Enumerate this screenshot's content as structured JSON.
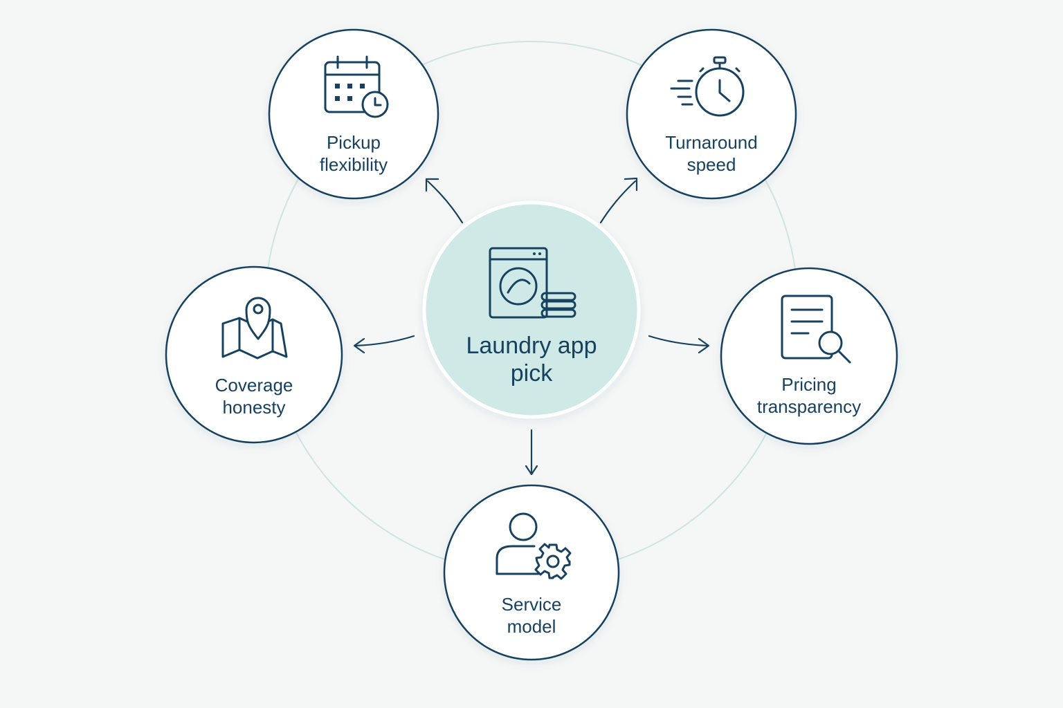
{
  "center": {
    "icon": "washing-machine-icon",
    "line1": "Laundry app",
    "line2": "pick"
  },
  "nodes": [
    {
      "id": "pickup",
      "icon": "calendar-clock-icon",
      "line1": "Pickup",
      "line2": "flexibility"
    },
    {
      "id": "turnaround",
      "icon": "stopwatch-icon",
      "line1": "Turnaround",
      "line2": "speed"
    },
    {
      "id": "coverage",
      "icon": "map-pin-icon",
      "line1": "Coverage",
      "line2": "honesty"
    },
    {
      "id": "pricing",
      "icon": "document-search-icon",
      "line1": "Pricing",
      "line2": "transparency"
    },
    {
      "id": "service",
      "icon": "user-gear-icon",
      "line1": "Service",
      "line2": "model"
    }
  ],
  "colors": {
    "stroke": "#17415f",
    "center_fill": "#cfe9e7",
    "ring": "#cfe3e1",
    "background": "#f4f7f6"
  }
}
